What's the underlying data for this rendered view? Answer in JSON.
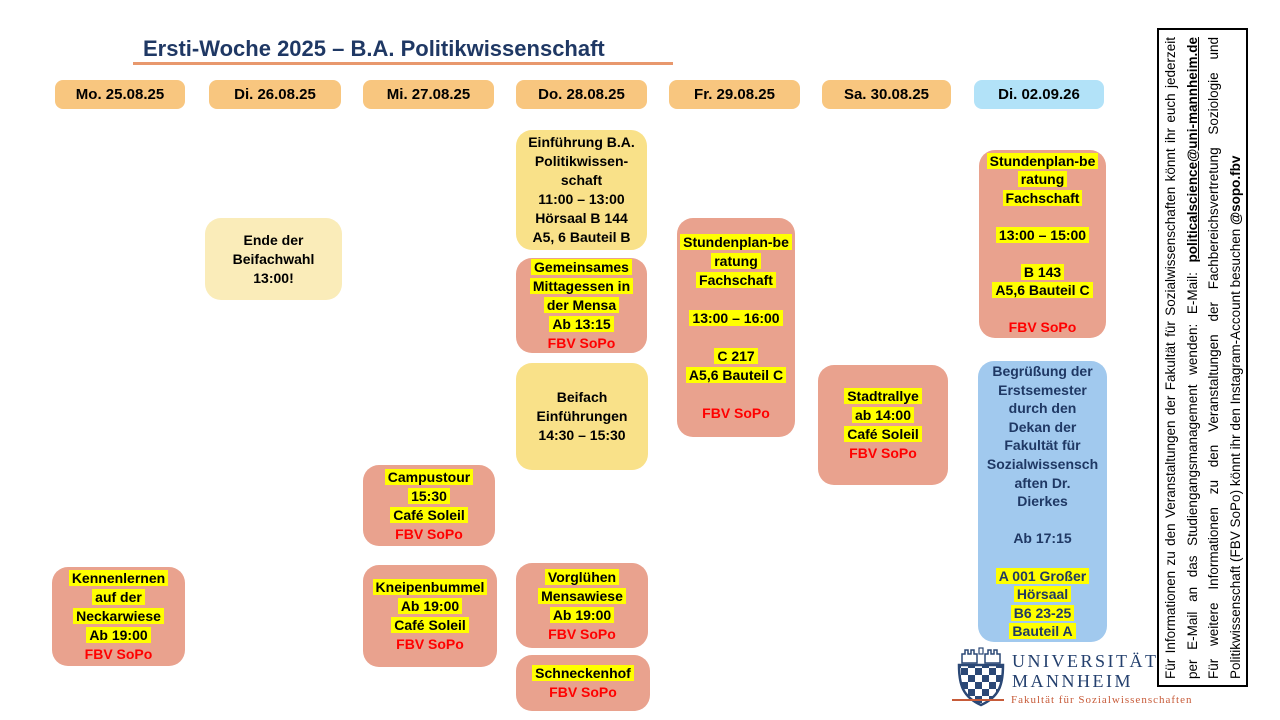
{
  "title": {
    "text": "Ersti-Woche 2025 – B.A. Politikwissenschaft"
  },
  "days": [
    {
      "label": "Mo. 25.08.25",
      "type": "orange"
    },
    {
      "label": "Di. 26.08.25",
      "type": "orange"
    },
    {
      "label": "Mi. 27.08.25",
      "type": "orange"
    },
    {
      "label": "Do. 28.08.25",
      "type": "orange"
    },
    {
      "label": "Fr. 29.08.25",
      "type": "orange"
    },
    {
      "label": "Sa. 30.08.25",
      "type": "orange"
    },
    {
      "label": "Di. 02.09.26",
      "type": "blue"
    }
  ],
  "cards": [
    {
      "day": "Mo. 25.08.25",
      "color": "salmon",
      "lines": [
        {
          "s": "h",
          "t": "Kennenlernen"
        },
        {
          "s": "h",
          "t": "auf der"
        },
        {
          "s": "h",
          "t": "Neckarwiese"
        },
        {
          "s": "h",
          "t": "Ab 19:00"
        },
        {
          "s": "r",
          "t": "FBV SoPo"
        }
      ]
    },
    {
      "day": "Di. 26.08.25",
      "color": "paleyellow",
      "lines": [
        {
          "s": "p",
          "t": "Ende der"
        },
        {
          "s": "p",
          "t": "Beifachwahl"
        },
        {
          "s": "p",
          "t": "13:00!"
        }
      ]
    },
    {
      "day": "Mi. 27.08.25",
      "color": "salmon",
      "lines": [
        {
          "s": "h",
          "t": "Campustour"
        },
        {
          "s": "h",
          "t": "15:30"
        },
        {
          "s": "h",
          "t": "Café Soleil"
        },
        {
          "s": "r",
          "t": "FBV SoPo"
        }
      ]
    },
    {
      "day": "Mi. 27.08.25",
      "color": "salmon",
      "lines": [
        {
          "s": "h",
          "t": "Kneipenbummel"
        },
        {
          "s": "h",
          "t": "Ab 19:00"
        },
        {
          "s": "h",
          "t": "Café Soleil"
        },
        {
          "s": "r",
          "t": "FBV SoPo"
        }
      ]
    },
    {
      "day": "Do. 28.08.25",
      "color": "yellow",
      "lines": [
        {
          "s": "p",
          "t": "Einführung B.A."
        },
        {
          "s": "p",
          "t": "Politikwissen-"
        },
        {
          "s": "p",
          "t": "schaft"
        },
        {
          "s": "p",
          "t": "11:00 – 13:00"
        },
        {
          "s": "p",
          "t": "Hörsaal B 144"
        },
        {
          "s": "p",
          "t": "A5, 6 Bauteil B"
        }
      ]
    },
    {
      "day": "Do. 28.08.25",
      "color": "salmon",
      "lines": [
        {
          "s": "h",
          "t": "Gemeinsames"
        },
        {
          "s": "h",
          "t": "Mittagessen in"
        },
        {
          "s": "h",
          "t": "der Mensa"
        },
        {
          "s": "h",
          "t": "Ab 13:15"
        },
        {
          "s": "r",
          "t": "FBV SoPo"
        }
      ]
    },
    {
      "day": "Do. 28.08.25",
      "color": "yellow",
      "lines": [
        {
          "s": "p",
          "t": "Beifach"
        },
        {
          "s": "p",
          "t": "Einführungen"
        },
        {
          "s": "p",
          "t": "14:30 – 15:30"
        }
      ]
    },
    {
      "day": "Do. 28.08.25",
      "color": "salmon",
      "lines": [
        {
          "s": "h",
          "t": "Vorglühen"
        },
        {
          "s": "h",
          "t": "Mensawiese"
        },
        {
          "s": "h",
          "t": "Ab 19:00"
        },
        {
          "s": "r",
          "t": "FBV SoPo"
        }
      ]
    },
    {
      "day": "Do. 28.08.25",
      "color": "salmon",
      "lines": [
        {
          "s": "h",
          "t": "Schneckenhof"
        },
        {
          "s": "r",
          "t": "FBV SoPo"
        }
      ]
    },
    {
      "day": "Fr. 29.08.25",
      "color": "salmon",
      "lines": [
        {
          "s": "h",
          "t": "Stundenplan-be"
        },
        {
          "s": "h",
          "t": "ratung"
        },
        {
          "s": "h",
          "t": "Fachschaft"
        },
        {
          "s": "gap",
          "t": ""
        },
        {
          "s": "h",
          "t": "13:00 – 16:00"
        },
        {
          "s": "gap",
          "t": ""
        },
        {
          "s": "h",
          "t": "C 217"
        },
        {
          "s": "h",
          "t": "A5,6 Bauteil C"
        },
        {
          "s": "gap",
          "t": ""
        },
        {
          "s": "r",
          "t": "FBV SoPo"
        }
      ]
    },
    {
      "day": "Sa. 30.08.25",
      "color": "salmon",
      "lines": [
        {
          "s": "h",
          "t": "Stadtrallye"
        },
        {
          "s": "h",
          "t": "ab 14:00"
        },
        {
          "s": "h",
          "t": "Café Soleil"
        },
        {
          "s": "r",
          "t": "FBV SoPo"
        }
      ]
    },
    {
      "day": "Di. 02.09.26",
      "color": "salmon",
      "lines": [
        {
          "s": "h",
          "t": "Stundenplan-be"
        },
        {
          "s": "h",
          "t": "ratung"
        },
        {
          "s": "h",
          "t": "Fachschaft"
        },
        {
          "s": "gap",
          "t": ""
        },
        {
          "s": "h",
          "t": "13:00 – 15:00"
        },
        {
          "s": "gap",
          "t": ""
        },
        {
          "s": "h",
          "t": "B 143"
        },
        {
          "s": "h",
          "t": "A5,6 Bauteil C"
        },
        {
          "s": "gap",
          "t": ""
        },
        {
          "s": "r",
          "t": "FBV SoPo"
        }
      ]
    },
    {
      "day": "Di. 02.09.26",
      "color": "blue",
      "lines": [
        {
          "s": "b",
          "t": "Begrüßung der"
        },
        {
          "s": "b",
          "t": "Erstsemester"
        },
        {
          "s": "b",
          "t": "durch den"
        },
        {
          "s": "b",
          "t": "Dekan der"
        },
        {
          "s": "b",
          "t": "Fakultät für"
        },
        {
          "s": "b",
          "t": "Sozialwissensch"
        },
        {
          "s": "b",
          "t": "aften Dr."
        },
        {
          "s": "b",
          "t": "Dierkes"
        },
        {
          "s": "gap",
          "t": ""
        },
        {
          "s": "b",
          "t": "Ab 17:15"
        },
        {
          "s": "gap",
          "t": ""
        },
        {
          "s": "hb",
          "t": "A 001 Großer"
        },
        {
          "s": "hb",
          "t": "Hörsaal"
        },
        {
          "s": "hb",
          "t": "B6 23-25"
        },
        {
          "s": "hb",
          "t": "Bauteil A"
        }
      ]
    }
  ],
  "sidebar": {
    "line1": "Für Informationen zu den Veranstaltungen der Fakultät für Sozialwissenschaften könnt ihr euch jederzeit",
    "line2_prefix": "per E-Mail an das Studiengangsmanagement wenden: E-Mail: ",
    "line2_email": "politicalscience@uni-mannheim.de",
    "line3": "Für weitere Informationen zu den Veranstaltungen der Fachbereichsvertretung Soziologie und",
    "line4_prefix": "Politikwissenschaft (FBV SoPo) könnt ihr den Instagram-Account besuchen ",
    "line4_handle": "@sopo.fbv"
  },
  "logo": {
    "line1": "UNIVERSITÄT",
    "line2": "MANNHEIM",
    "subtitle": "Fakultät für Sozialwissenschaften"
  },
  "colors": {
    "title_navy": "#1F3864",
    "title_underline": "#E8986D",
    "header_orange": "#F8C67F",
    "header_blue": "#B2E2F8",
    "card_salmon": "#E9A28E",
    "card_yellow": "#F9E189",
    "card_pale_yellow": "#FAECB9",
    "card_blue": "#A1C9EE",
    "highlight_yellow": "#FFFF00",
    "accent_red": "#FF0000",
    "logo_blue": "#24406E",
    "logo_orange": "#C75B39"
  }
}
